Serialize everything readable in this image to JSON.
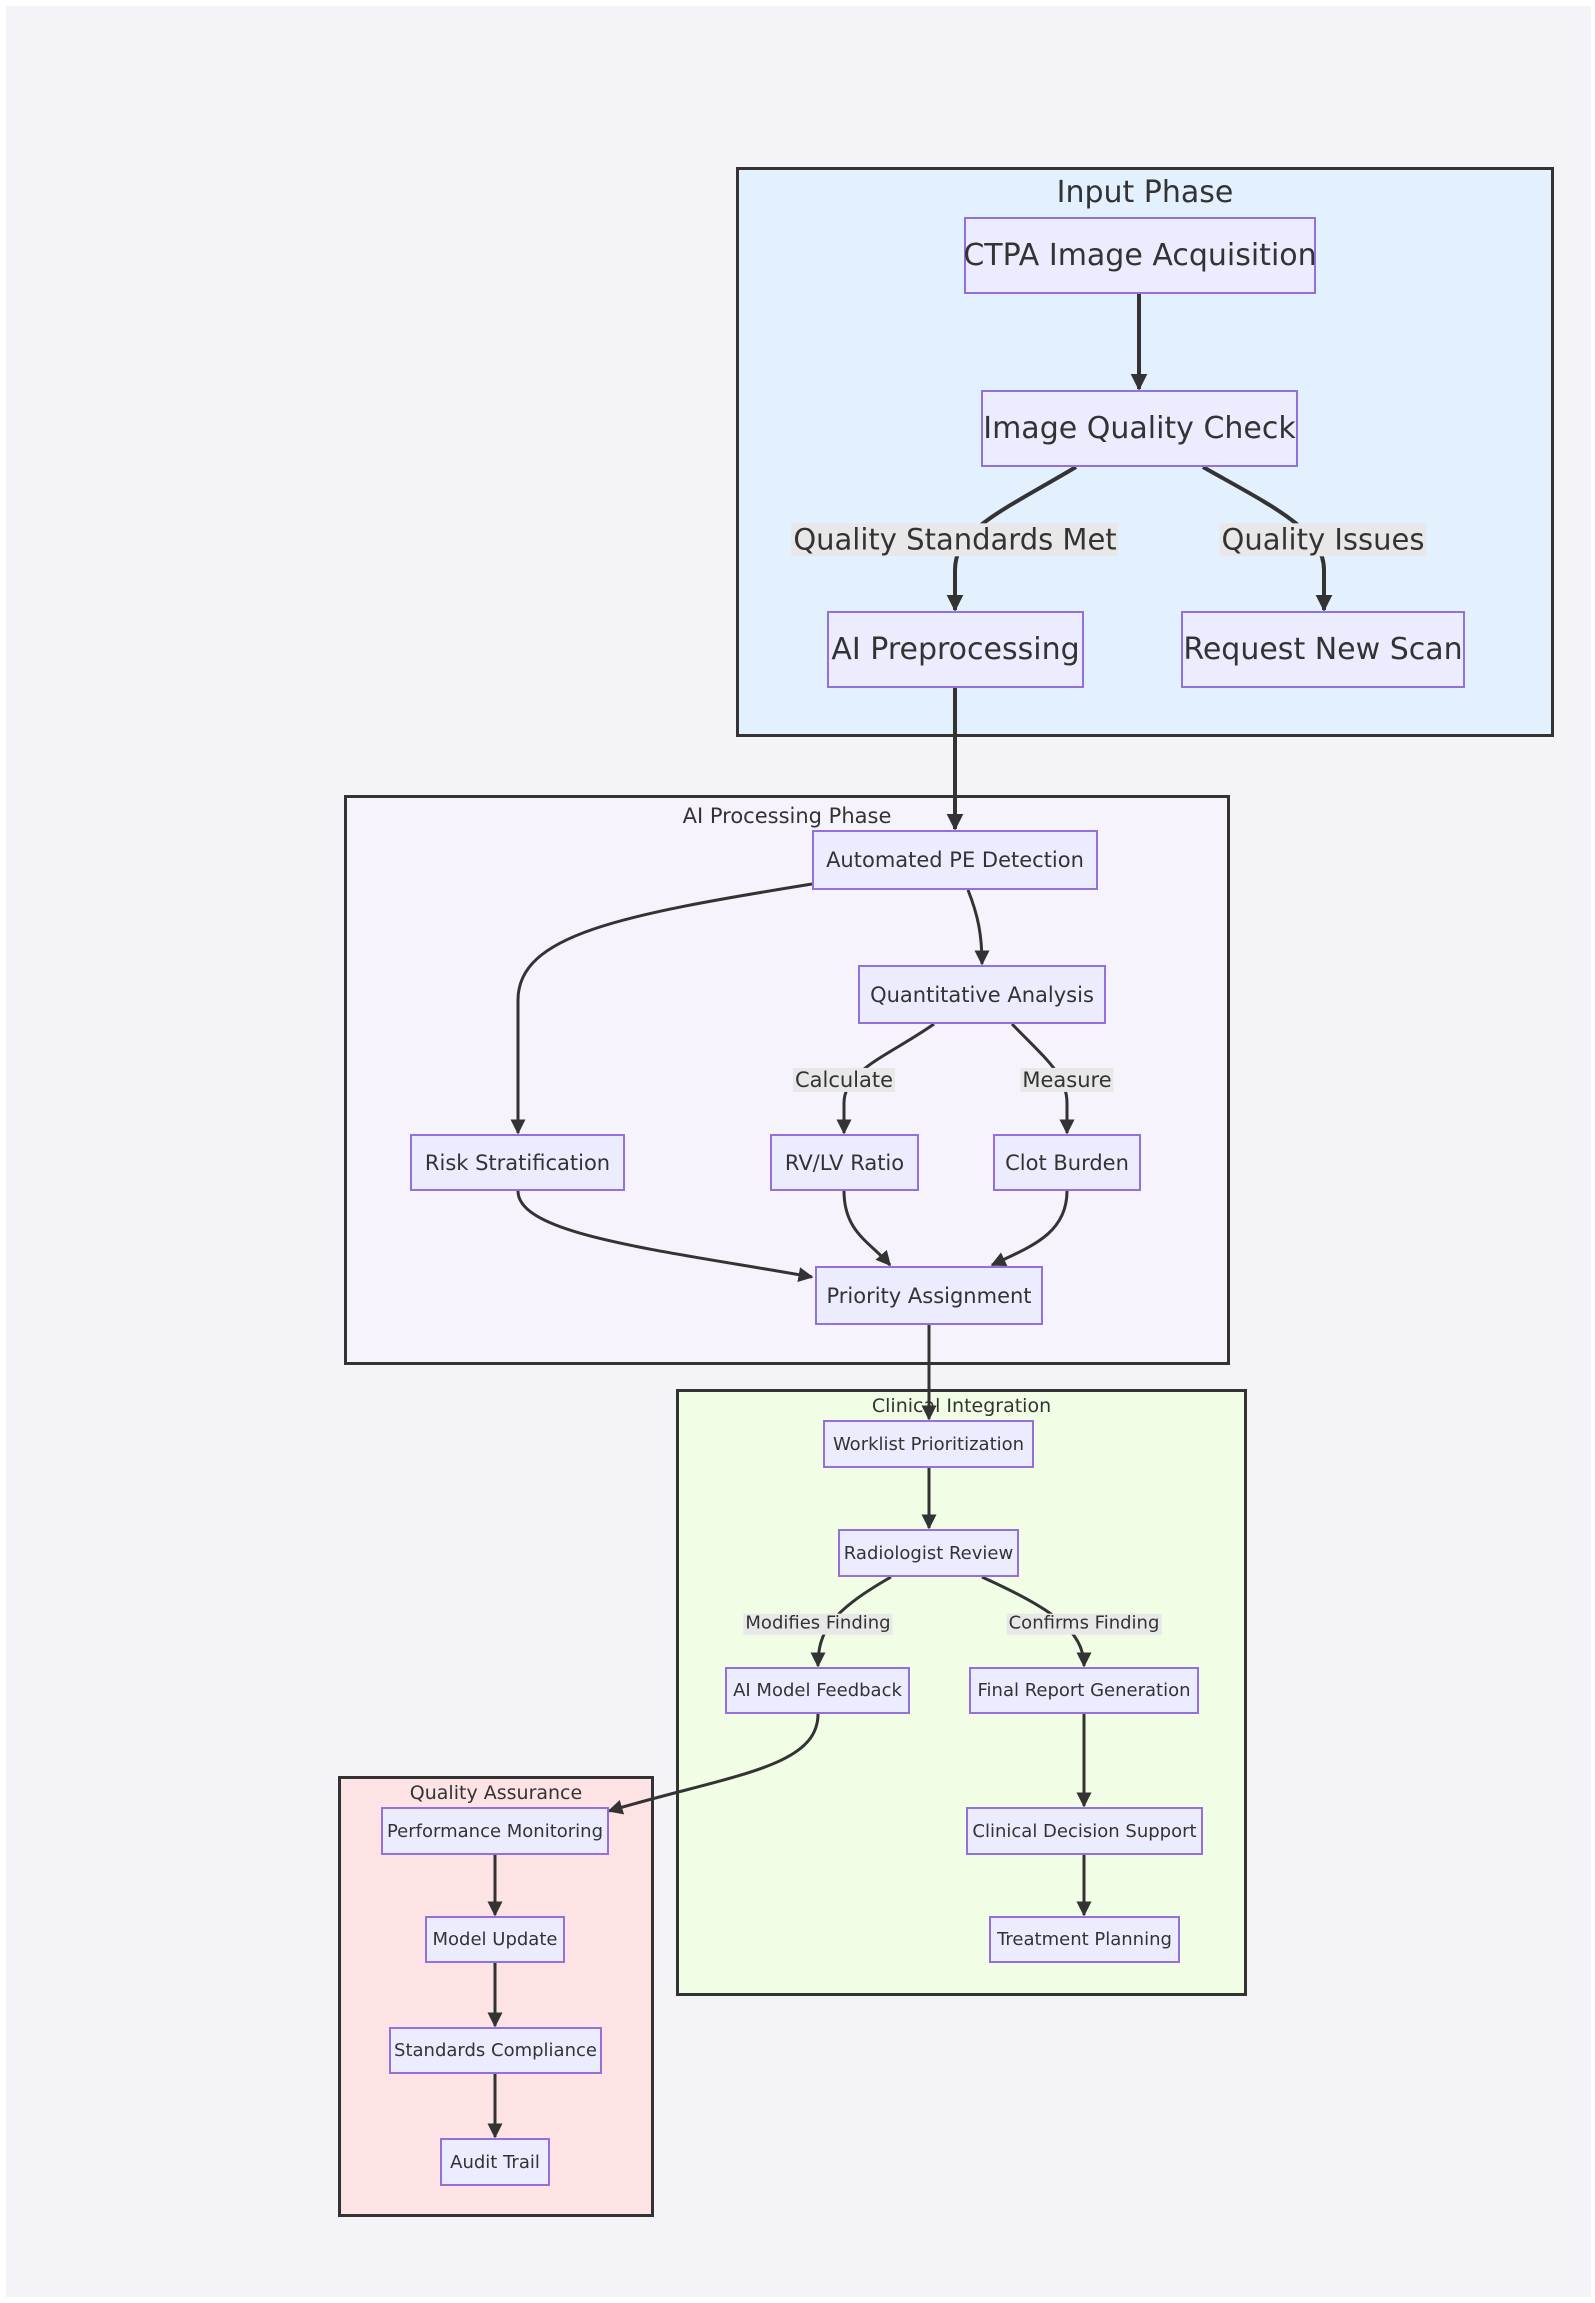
{
  "clusters": {
    "input": "Input Phase",
    "processing": "AI Processing Phase",
    "clinical": "Clinical Integration",
    "qa": "Quality Assurance"
  },
  "nodes": {
    "ctpa": "CTPA Image Acquisition",
    "quality_check": "Image Quality Check",
    "ai_preprocessing": "AI Preprocessing",
    "request_new_scan": "Request New Scan",
    "pe_detection": "Automated PE Detection",
    "quantitative": "Quantitative Analysis",
    "risk": "Risk Stratification",
    "rvlv": "RV/LV Ratio",
    "clot": "Clot Burden",
    "priority": "Priority Assignment",
    "worklist": "Worklist Prioritization",
    "radiologist": "Radiologist Review",
    "ai_feedback": "AI Model Feedback",
    "final_report": "Final Report Generation",
    "cds": "Clinical Decision Support",
    "treatment": "Treatment Planning",
    "perf": "Performance Monitoring",
    "model_update": "Model Update",
    "standards": "Standards Compliance",
    "audit": "Audit Trail"
  },
  "edge_labels": {
    "standards_met": "Quality Standards Met",
    "quality_issues": "Quality Issues",
    "calculate": "Calculate",
    "measure": "Measure",
    "modifies": "Modifies Finding",
    "confirms": "Confirms Finding"
  },
  "colors": {
    "input_fill": "#e3f0fd",
    "processing_fill": "#f7f3fd",
    "clinical_fill": "#f1fde5",
    "qa_fill": "#fde3e3",
    "node_fill": "#ececff",
    "node_border": "#9370db",
    "edge": "#333333",
    "edge_label_bg": "#e8e8e8"
  }
}
